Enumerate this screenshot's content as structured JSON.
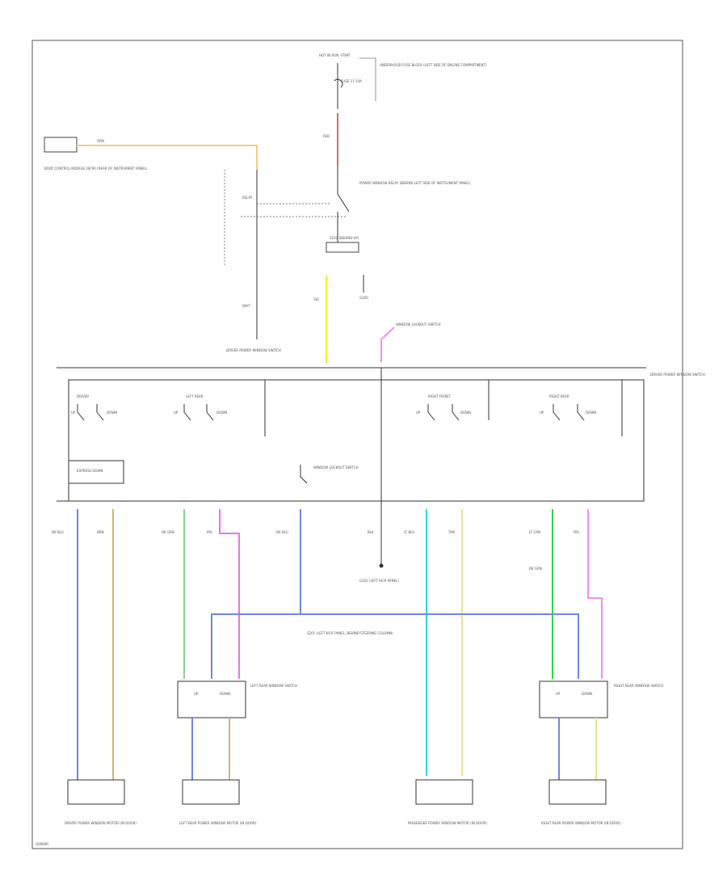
{
  "diagram": {
    "hot_label": "HOT IN RUN, START",
    "fuse_label": "FUSE 11 10A",
    "fuse_block_note": "UNDERHOOD FUSE BLOCK (LEFT SIDE OF ENGINE COMPARTMENT)",
    "bcm_note": "BODY CONTROL MODULE (BCM) (REAR OF INSTRUMENT PANEL)",
    "relay_note": "POWER WINDOW RELAY (BEHIND LEFT SIDE OF INSTRUMENT PANEL)",
    "relay_coil_label": "RELAY",
    "splice_top_label": "S200 (BEHIND I/P)",
    "ground_label": "G200",
    "master_switch_label": "DRIVER POWER WINDOW SWITCH",
    "lockout_switch_label": "WINDOW LOCKOUT SWITCH",
    "express_label": "EXPRESS DOWN",
    "switch_group_labels": [
      "DRIVER",
      "LEFT REAR",
      "RIGHT FRONT",
      "RIGHT REAR"
    ],
    "up_label": "UP",
    "down_label": "DOWN",
    "center_splice_label": "S201 (LEFT KICK PANEL, BEHIND STEERING COLUMN)",
    "ground_bottom_label": "G201 (LEFT KICK PANEL)",
    "lr_switch_label": "LEFT REAR WINDOW SWITCH",
    "rr_switch_label": "RIGHT REAR WINDOW SWITCH",
    "motor_labels": [
      "DRIVER POWER WINDOW MOTOR (IN DOOR)",
      "LEFT REAR POWER WINDOW MOTOR (IN DOOR)",
      "PASSENGER POWER WINDOW MOTOR (IN DOOR)",
      "RIGHT REAR POWER WINDOW MOTOR (IN DOOR)"
    ],
    "wire_colors": {
      "dk_blu": "DK BLU",
      "brn": "BRN",
      "dk_grn": "DK GRN",
      "ppl": "PPL",
      "lt_blu": "LT BLU",
      "tan": "TAN",
      "lt_grn": "LT GRN",
      "red": "RED",
      "yel": "YEL",
      "wht": "WHT",
      "blk": "BLK",
      "orn": "ORN"
    },
    "colors": {
      "blue": "#6f86e6",
      "tan": "#c8b877",
      "green": "#8fd08f",
      "magenta": "#f06ef0",
      "cyan": "#2fd8e0",
      "pale_yellow": "#ece48a",
      "red": "#d86a6a",
      "yellow": "#f2f230",
      "bright_green": "#34d34a",
      "pink": "#f68cf6",
      "orange": "#f2c98c"
    },
    "footer_code": "G0060R"
  }
}
